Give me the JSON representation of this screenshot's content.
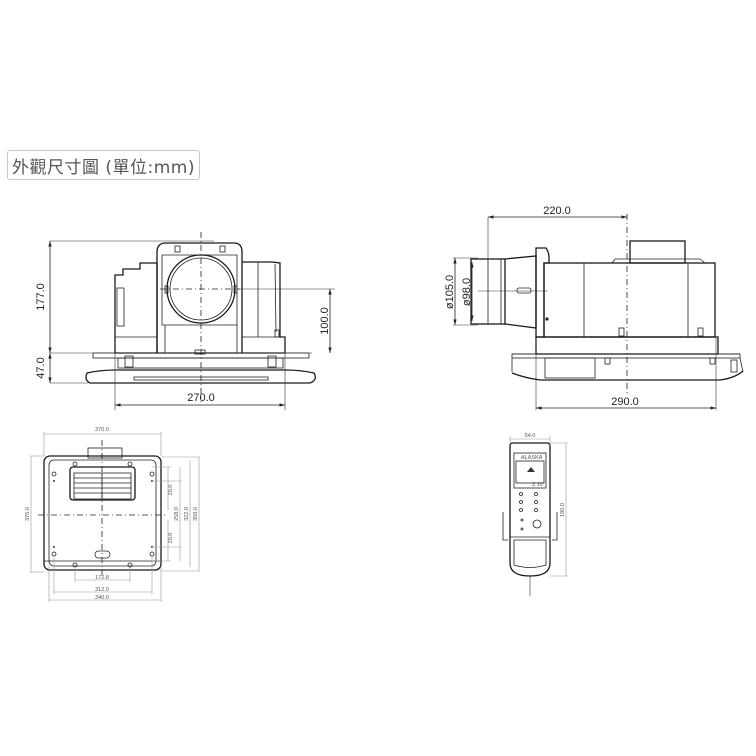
{
  "title": "外觀尺寸圖 (單位:mm)",
  "front_view": {
    "height_body": "177.0",
    "height_panel": "47.0",
    "duct_center_height": "100.0",
    "width_body": "270.0"
  },
  "side_view": {
    "duct_length": "220.0",
    "duct_outer_diameter": "ø105.0",
    "duct_inner_diameter": "ø98.0",
    "panel_width": "290.0"
  },
  "bottom_view": {
    "width_top": "370.0",
    "height_left": "375.0",
    "grille_offset": "20.0",
    "lower_offset": "20.0",
    "hole_spacing_1": "258.0",
    "hole_spacing_2": "322.0",
    "overall_right": "358.0",
    "hole_width_1": "172.8",
    "hole_width_2": "312.0",
    "overall_bottom": "340.0"
  },
  "remote": {
    "width": "54.0",
    "height": "180.0",
    "brand": "ALASKA",
    "display_value": "2:10"
  }
}
